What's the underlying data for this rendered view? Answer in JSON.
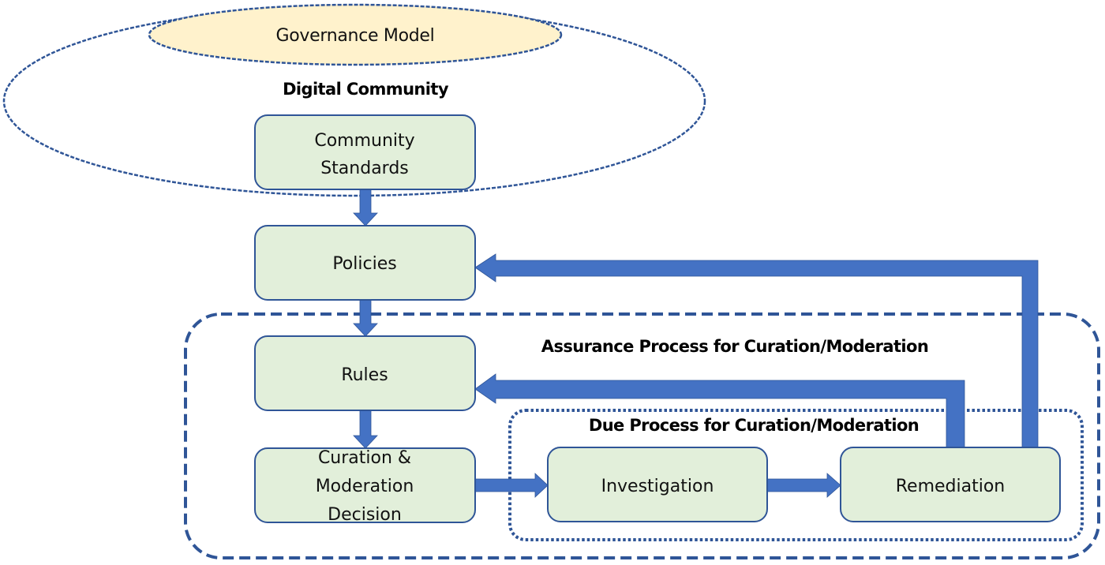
{
  "colors": {
    "node_fill": "#E2EFDA",
    "node_stroke": "#2F5597",
    "arrow_fill": "#4472C4",
    "group_stroke": "#2F5597",
    "governance_fill": "#FFF2CC"
  },
  "governance": {
    "label": "Governance Model"
  },
  "groups": {
    "digital_community": {
      "label": "Digital Community"
    },
    "assurance_process": {
      "label": "Assurance Process for Curation/Moderation"
    },
    "due_process": {
      "label": "Due Process for Curation/Moderation"
    }
  },
  "nodes": {
    "community_standards": {
      "lines": [
        "Community",
        "Standards"
      ]
    },
    "policies": {
      "lines": [
        "Policies"
      ]
    },
    "rules": {
      "lines": [
        "Rules"
      ]
    },
    "curation_decision": {
      "lines": [
        "Curation &",
        "Moderation",
        "Decision"
      ]
    },
    "investigation": {
      "lines": [
        "Investigation"
      ]
    },
    "remediation": {
      "lines": [
        "Remediation"
      ]
    }
  },
  "edges": [
    {
      "from": "Community Standards",
      "to": "Policies"
    },
    {
      "from": "Policies",
      "to": "Rules"
    },
    {
      "from": "Rules",
      "to": "Curation & Moderation Decision"
    },
    {
      "from": "Curation & Moderation Decision",
      "to": "Investigation"
    },
    {
      "from": "Investigation",
      "to": "Remediation"
    },
    {
      "from": "Remediation",
      "to": "Rules"
    },
    {
      "from": "Remediation",
      "to": "Policies"
    }
  ]
}
